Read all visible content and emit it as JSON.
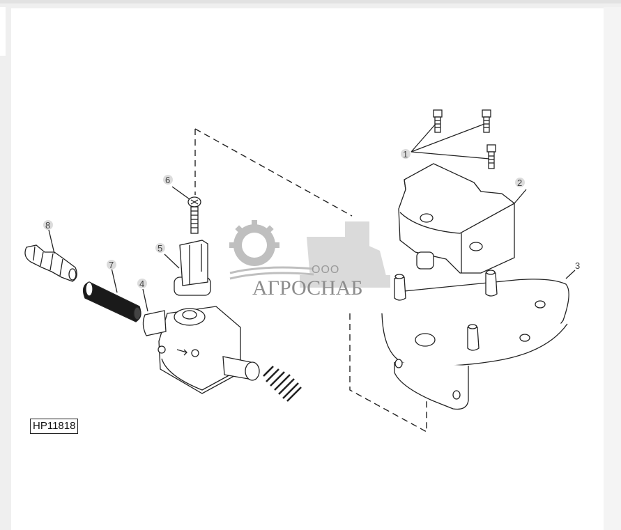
{
  "figure": {
    "id_label": "HP11818",
    "callouts": [
      {
        "num": "1",
        "part": "bolts"
      },
      {
        "num": "2",
        "part": "mounting-block"
      },
      {
        "num": "3",
        "part": "bracket-plate"
      },
      {
        "num": "4",
        "part": "sensor-housing"
      },
      {
        "num": "5",
        "part": "connector-clip"
      },
      {
        "num": "6",
        "part": "screw"
      },
      {
        "num": "7",
        "part": "hose"
      },
      {
        "num": "8",
        "part": "hose-fitting"
      }
    ]
  },
  "watermark": {
    "prefix": "ООО",
    "brand": "АГРОСНАБ"
  },
  "colors": {
    "line": "#222222",
    "callout_circle": "#dcdcdc",
    "watermark": "#8c8c8c",
    "page_bg": "#efefef",
    "canvas_bg": "#ffffff"
  }
}
